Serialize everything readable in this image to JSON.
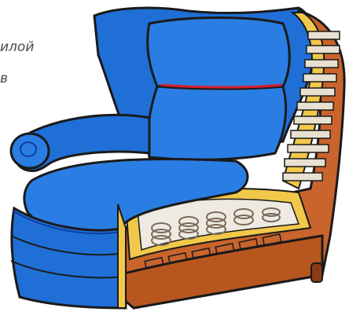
{
  "caption_fragments": [
    "илой",
    "в"
  ],
  "colors": {
    "upholstery": "#1f6fd6",
    "upholstery_dark": "#0d3f9e",
    "upholstery_light": "#5aa3f0",
    "wood_frame": "#c8642c",
    "wood_dark": "#8a3a14",
    "foam": "#f2c84b",
    "spring": "#7a6a5a",
    "seam": "#d81f2e",
    "outline": "#1a1a1a",
    "background": "#ffffff"
  },
  "icons": {
    "armchair": "armchair-cutaway-illustration"
  }
}
